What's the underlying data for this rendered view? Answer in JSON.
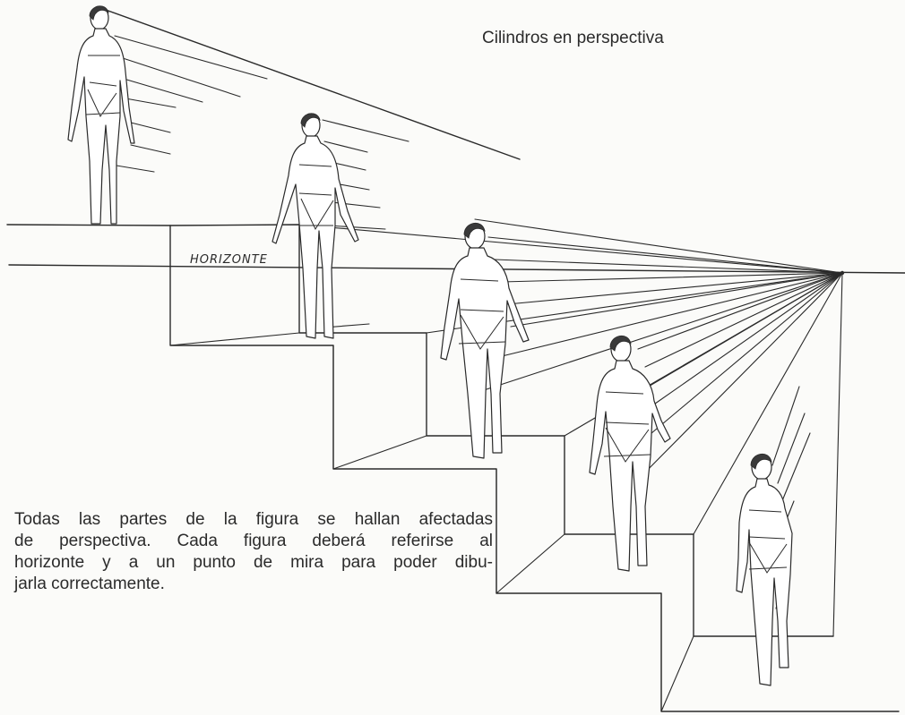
{
  "header": {
    "title": "Cilindros en perspectiva"
  },
  "diagram": {
    "horizon_label": "HORIZONTE"
  },
  "caption": {
    "lines": [
      "Todas las partes de la figura se hallan afectadas",
      "de perspectiva. Cada figura deberá referirse al",
      "horizonte y a un punto de mira para poder dibu-",
      "jarla correctamente."
    ]
  },
  "style": {
    "ink_color": "#2a2a2a",
    "paper_color": "#fbfbf9"
  }
}
